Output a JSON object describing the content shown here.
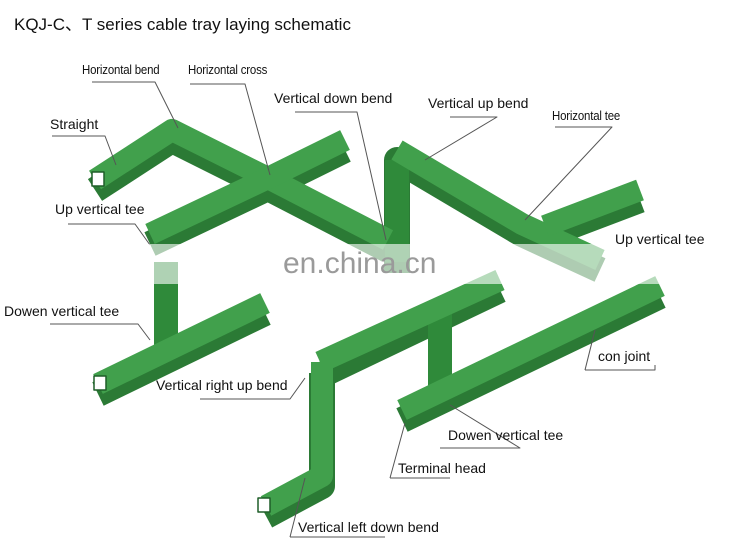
{
  "title": "KQJ-C、T series cable tray laying schematic",
  "watermark": "en.china.cn",
  "colors": {
    "tray_top": "#41a04c",
    "tray_side": "#2b7a35",
    "tray_edge": "#1f5e28",
    "leader": "#555555"
  },
  "labels": {
    "horizontal_bend": "Horizontal bend",
    "horizontal_cross": "Horizontal cross",
    "straight": "Straight",
    "vertical_down_bend": "Vertical down bend",
    "vertical_up_bend": "Vertical up bend",
    "horizontal_tee": "Horizontal tee",
    "up_vertical_tee_left": "Up vertical tee",
    "up_vertical_tee_right": "Up vertical tee",
    "dowen_vertical_tee_left": "Dowen vertical tee",
    "vertical_right_up_bend": "Vertical right up bend",
    "con_joint": "con joint",
    "dowen_vertical_tee_right": "Dowen vertical tee",
    "terminal_head": "Terminal head",
    "vertical_left_down_bend": "Vertical left down bend"
  }
}
